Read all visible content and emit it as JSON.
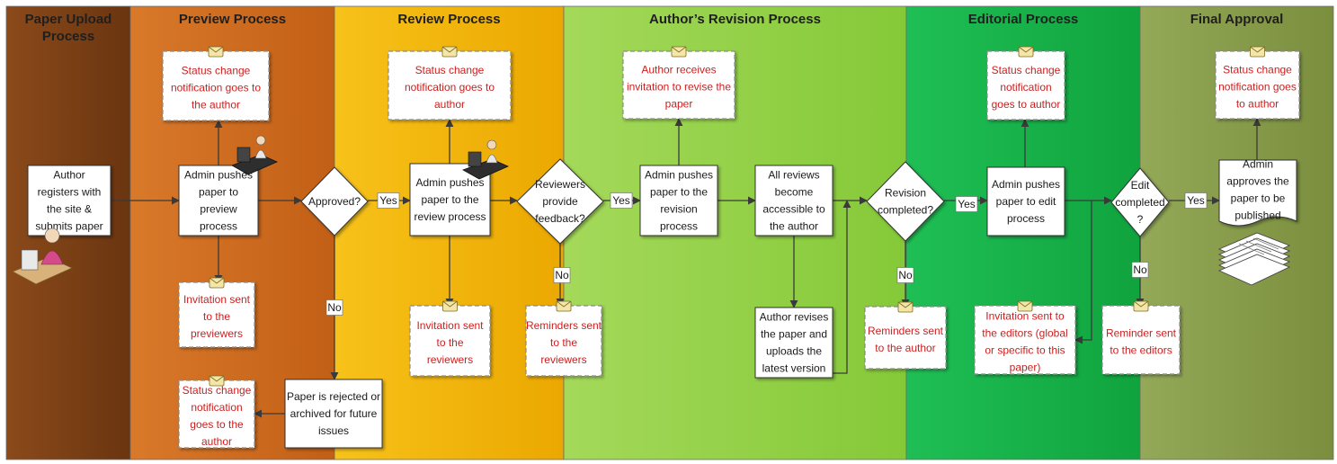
{
  "lanes": [
    {
      "id": "upload",
      "title_lines": [
        "Paper Upload",
        "Process"
      ],
      "color": "#7b3f12"
    },
    {
      "id": "preview",
      "title_lines": [
        "Preview Process"
      ],
      "color": "#c8681e"
    },
    {
      "id": "review",
      "title_lines": [
        "Review Process"
      ],
      "color": "#f0b300"
    },
    {
      "id": "revision",
      "title_lines": [
        "Author’s Revision Process"
      ],
      "color": "#8ccf3e"
    },
    {
      "id": "editorial",
      "title_lines": [
        "Editorial Process"
      ],
      "color": "#18b04a"
    },
    {
      "id": "final",
      "title_lines": [
        "Final Approval"
      ],
      "color": "#869a48"
    }
  ],
  "nodes": [
    {
      "id": "author_registers",
      "kind": "box",
      "lines": [
        "Author",
        "registers with",
        "the site &",
        "submits paper"
      ]
    },
    {
      "id": "admin_preview",
      "kind": "box",
      "lines": [
        "Admin pushes",
        "paper to",
        "preview",
        "process"
      ]
    },
    {
      "id": "approved",
      "kind": "diamond",
      "lines": [
        "Approved?"
      ]
    },
    {
      "id": "admin_review",
      "kind": "box",
      "lines": [
        "Admin pushes",
        "paper to the",
        "review process"
      ]
    },
    {
      "id": "reviewers_feedback",
      "kind": "diamond",
      "lines": [
        "Reviewers",
        "provide",
        "feedback?"
      ]
    },
    {
      "id": "admin_revision",
      "kind": "box",
      "lines": [
        "Admin pushes",
        "paper to the",
        "revision",
        "process"
      ]
    },
    {
      "id": "all_reviews",
      "kind": "box",
      "lines": [
        "All reviews",
        "become",
        "accessible to",
        "the author"
      ]
    },
    {
      "id": "revision_completed",
      "kind": "diamond",
      "lines": [
        "Revision",
        "completed?"
      ]
    },
    {
      "id": "admin_edit",
      "kind": "box",
      "lines": [
        "Admin pushes",
        "paper to edit",
        "process"
      ]
    },
    {
      "id": "edit_completed",
      "kind": "diamond",
      "lines": [
        "Edit",
        "completed",
        "?"
      ]
    },
    {
      "id": "admin_approves",
      "kind": "doc",
      "lines": [
        "Admin",
        "approves the",
        "paper to be",
        "published"
      ]
    },
    {
      "id": "author_revises",
      "kind": "box",
      "lines": [
        "Author revises",
        "the paper and",
        "uploads the",
        "latest version"
      ]
    },
    {
      "id": "paper_rejected",
      "kind": "box",
      "lines": [
        "Paper is rejected or",
        "archived for future",
        "issues"
      ]
    },
    {
      "id": "n_status_preview",
      "kind": "note",
      "lines": [
        "Status change",
        "notification goes to",
        "the author"
      ]
    },
    {
      "id": "n_invite_previewers",
      "kind": "note",
      "lines": [
        "Invitation sent",
        "to the",
        "previewers"
      ]
    },
    {
      "id": "n_status_rejected",
      "kind": "note",
      "lines": [
        "Status change",
        "notification",
        "goes to the",
        "author"
      ]
    },
    {
      "id": "n_status_review",
      "kind": "note",
      "lines": [
        "Status change",
        "notification goes to",
        "author"
      ]
    },
    {
      "id": "n_invite_reviewers",
      "kind": "note",
      "lines": [
        "Invitation sent",
        "to the",
        "reviewers"
      ]
    },
    {
      "id": "n_remind_reviewers",
      "kind": "note",
      "lines": [
        "Reminders sent",
        "to the",
        "reviewers"
      ]
    },
    {
      "id": "n_author_invited",
      "kind": "note",
      "lines": [
        "Author receives",
        "invitation to revise the",
        "paper"
      ]
    },
    {
      "id": "n_remind_author",
      "kind": "note",
      "lines": [
        "Reminders sent",
        "to the author"
      ]
    },
    {
      "id": "n_status_edit",
      "kind": "note",
      "lines": [
        "Status change",
        "notification",
        "goes to author"
      ]
    },
    {
      "id": "n_invite_editors",
      "kind": "note",
      "lines": [
        "Invitation sent to",
        "the editors (global",
        "or specific to this",
        "paper)"
      ]
    },
    {
      "id": "n_remind_editors",
      "kind": "note",
      "lines": [
        "Reminder sent",
        "to the editors"
      ]
    },
    {
      "id": "n_status_final",
      "kind": "note",
      "lines": [
        "Status change",
        "notification goes",
        "to author"
      ]
    }
  ],
  "edge_labels": {
    "yes": "Yes",
    "no": "No"
  },
  "icons": [
    "admin-at-desk-icon",
    "author-at-desk-icon",
    "envelope-icon",
    "published-papers-icon"
  ],
  "colors": {
    "note_text": "#cc1f1f",
    "border": "#333333"
  }
}
